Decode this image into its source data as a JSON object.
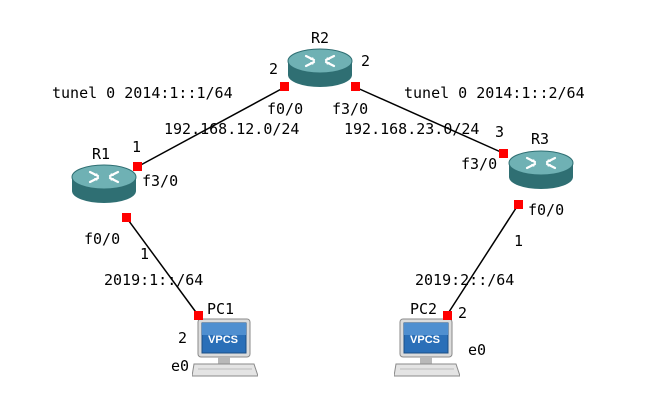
{
  "colors": {
    "link": "#000000",
    "port": "#ff0000",
    "router_top": "#6fb1b4",
    "router_side": "#2f6f73",
    "monitor_screen": "#2a6fb8"
  },
  "devices": {
    "r1": {
      "name": "R1",
      "icon": "router-icon"
    },
    "r2": {
      "name": "R2",
      "icon": "router-icon"
    },
    "r3": {
      "name": "R3",
      "icon": "router-icon"
    },
    "pc1": {
      "name": "PC1",
      "icon": "vpcs-pc-icon",
      "badge": "VPCS"
    },
    "pc2": {
      "name": "PC2",
      "icon": "vpcs-pc-icon",
      "badge": "VPCS"
    }
  },
  "links": {
    "r1_r2": {
      "subnet": "192.168.12.0/24",
      "r1_port": "f3/0",
      "r1_host": "1",
      "r2_port": "f0/0",
      "r2_host": "2"
    },
    "r2_r3": {
      "subnet": "192.168.23.0/24",
      "r2_port": "f3/0",
      "r2_host": "2",
      "r3_port": "f3/0",
      "r3_host": "3"
    },
    "r1_pc1": {
      "subnet": "2019:1::/64",
      "r1_port": "f0/0",
      "r1_host": "1",
      "pc1_port": "e0",
      "pc1_host": "2"
    },
    "r3_pc2": {
      "subnet": "2019:2::/64",
      "r3_port": "f0/0",
      "r3_host": "1",
      "pc2_port": "e0",
      "pc2_host": "2"
    }
  },
  "tunnels": {
    "left": "tunel 0 2014:1::1/64",
    "right": "tunel 0 2014:1::2/64"
  }
}
